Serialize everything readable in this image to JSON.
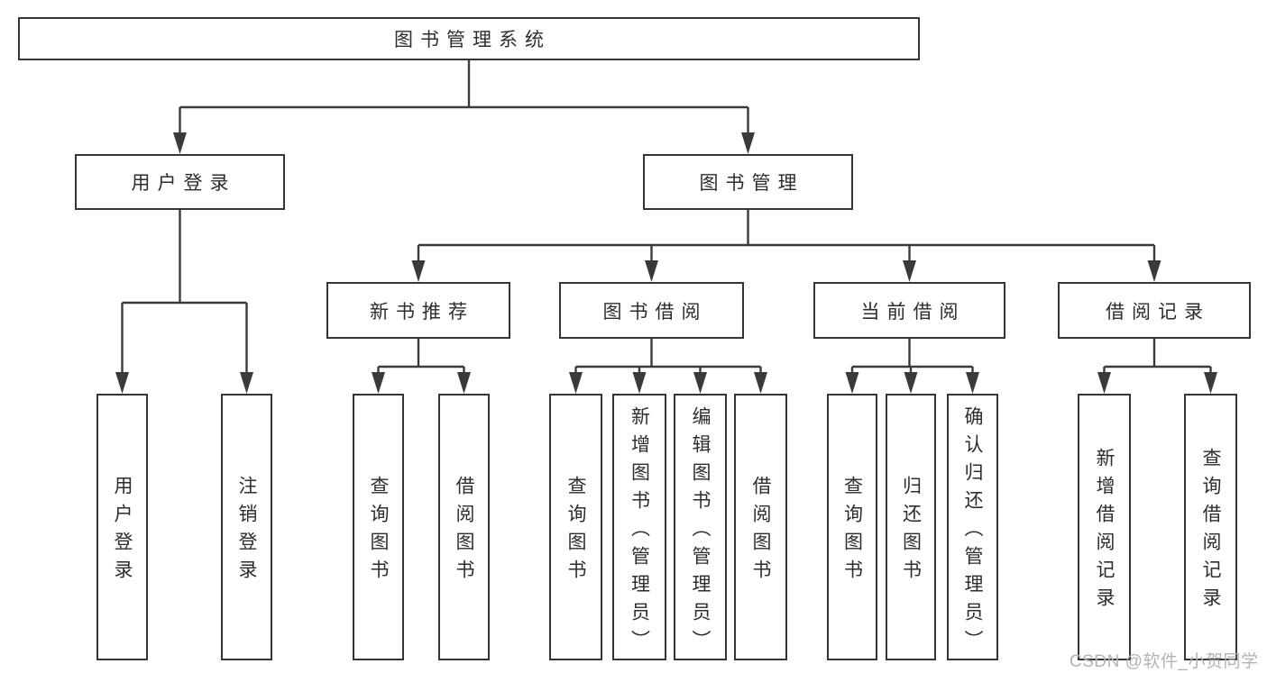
{
  "watermark": {
    "text": "CSDN @软件_小贺同学"
  },
  "colors": {
    "line": "#3a3a3a",
    "box_border": "#353535",
    "text": "#2d2d2d",
    "watermark": "#b3b3b3",
    "background": "#ffffff"
  },
  "tree": {
    "root": {
      "label": "图书管理系统"
    },
    "children": [
      {
        "label": "用户登录",
        "children": [
          {
            "label": "用户登录"
          },
          {
            "label": "注销登录"
          }
        ]
      },
      {
        "label": "图书管理",
        "children": [
          {
            "label": "新书推荐",
            "children": [
              {
                "label": "查询图书"
              },
              {
                "label": "借阅图书"
              }
            ]
          },
          {
            "label": "图书借阅",
            "children": [
              {
                "label": "查询图书"
              },
              {
                "label": "新增图书（管理员）"
              },
              {
                "label": "编辑图书（管理员）"
              },
              {
                "label": "借阅图书"
              }
            ]
          },
          {
            "label": "当前借阅",
            "children": [
              {
                "label": "查询图书"
              },
              {
                "label": "归还图书"
              },
              {
                "label": "确认归还（管理员）"
              }
            ]
          },
          {
            "label": "借阅记录",
            "children": [
              {
                "label": "新增借阅记录"
              },
              {
                "label": "查询借阅记录"
              }
            ]
          }
        ]
      }
    ]
  }
}
